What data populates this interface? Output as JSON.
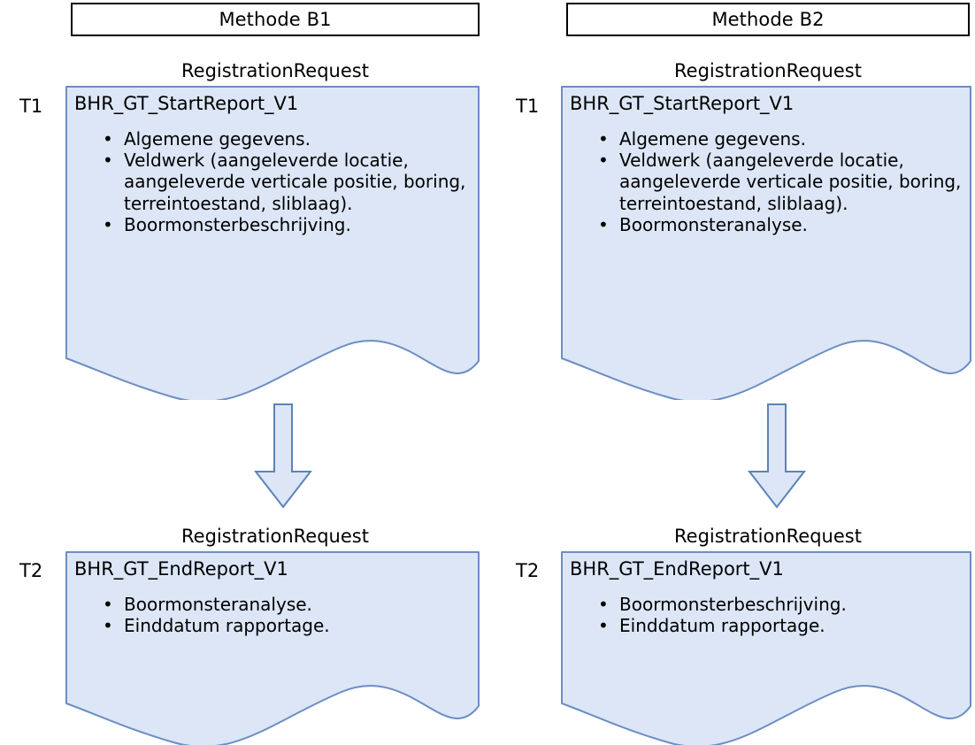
{
  "theme": {
    "doc_fill": "#DCE6F6",
    "doc_stroke": "#6B8EC4",
    "arrow_fill": "#DCE6F6",
    "arrow_stroke": "#5B83B8",
    "header_border": "#000000",
    "text": "#000000",
    "page_background": "#FFFFFF"
  },
  "columns": [
    {
      "id": "b1",
      "header": "Methode B1",
      "steps": [
        {
          "time_label": "T1",
          "caption": "RegistrationRequest",
          "title": "BHR_GT_StartReport_V1",
          "items": [
            "Algemene gegevens.",
            "Veldwerk (aangeleverde locatie, aangeleverde verticale positie, boring, terreintoestand, sliblaag).",
            "Boormonsterbeschrijving."
          ]
        },
        {
          "time_label": "T2",
          "caption": "RegistrationRequest",
          "title": "BHR_GT_EndReport_V1",
          "items": [
            "Boormonsteranalyse.",
            "Einddatum rapportage."
          ]
        }
      ],
      "connector": "down-arrow"
    },
    {
      "id": "b2",
      "header": "Methode B2",
      "steps": [
        {
          "time_label": "T1",
          "caption": "RegistrationRequest",
          "title": "BHR_GT_StartReport_V1",
          "items": [
            "Algemene gegevens.",
            "Veldwerk (aangeleverde locatie, aangeleverde verticale positie, boring, terreintoestand, sliblaag).",
            "Boormonsteranalyse."
          ]
        },
        {
          "time_label": "T2",
          "caption": "RegistrationRequest",
          "title": "BHR_GT_EndReport_V1",
          "items": [
            "Boormonsterbeschrijving.",
            "Einddatum rapportage."
          ]
        }
      ],
      "connector": "down-arrow"
    }
  ],
  "bullet_glyph": "•"
}
